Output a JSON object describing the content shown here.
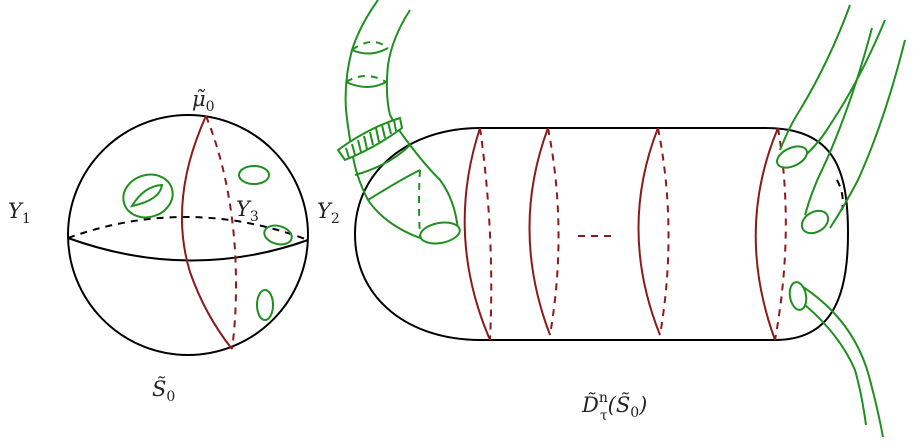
{
  "labels": {
    "Y1": {
      "main": "Y",
      "sub": "1"
    },
    "Y2": {
      "main": "Y",
      "sub": "2"
    },
    "Y3": {
      "main": "Y",
      "sub": "3"
    },
    "mu0": {
      "main": "μ̃",
      "sub": "0"
    },
    "S0": {
      "main": "S̃",
      "sub": "0"
    },
    "D": {
      "main": "D̃",
      "sup": "n",
      "sub": "τ",
      "arg_open": "(",
      "arg_main": "S̃",
      "arg_sub": "0",
      "arg_close": ")"
    }
  },
  "colors": {
    "outline": "#000000",
    "curve": "#8b1a1a",
    "tube": "#1f8f1f"
  }
}
